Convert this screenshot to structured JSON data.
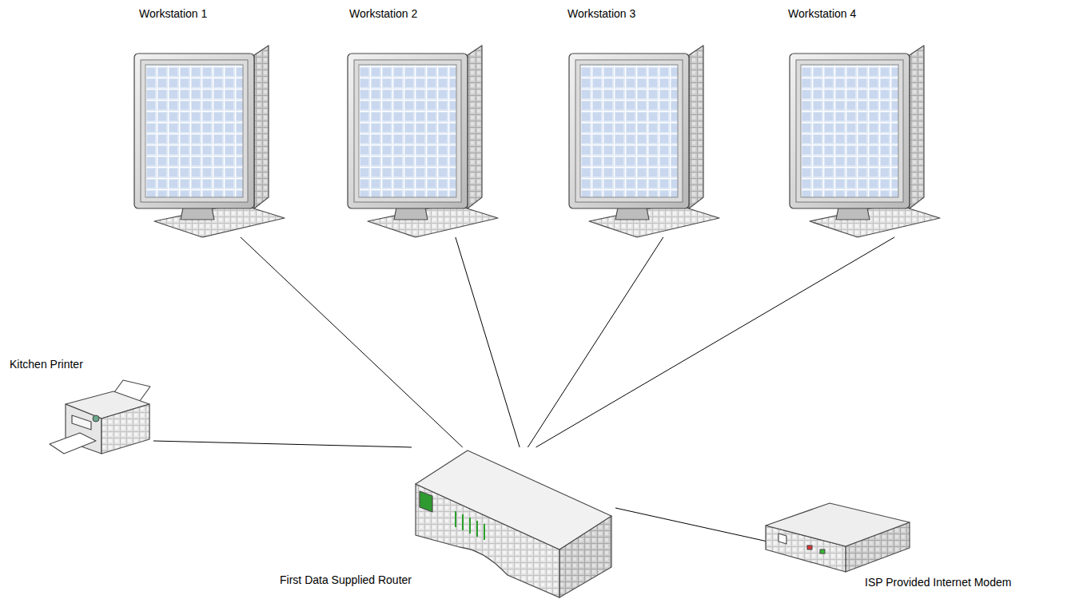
{
  "diagram": {
    "nodes": [
      {
        "text": [
          "Workstation 1"
        ]
      },
      {
        "text": [
          "Workstation 2"
        ]
      },
      {
        "text": [
          "Workstation 3"
        ]
      },
      {
        "text": [
          "Workstation 4"
        ]
      },
      {
        "text": [
          "Kitchen Printer"
        ]
      },
      {
        "text": [
          "First Data Supplied Router"
        ]
      },
      {
        "text": [
          "ISP Provided Internet Modem"
        ]
      }
    ],
    "edges": [
      {
        "from": 0,
        "to": 5,
        "arrow": "none"
      },
      {
        "from": 1,
        "to": 5,
        "arrow": "none"
      },
      {
        "from": 2,
        "to": 5,
        "arrow": "none"
      },
      {
        "from": 3,
        "to": 5,
        "arrow": "none"
      },
      {
        "from": 4,
        "to": 5,
        "arrow": "none"
      },
      {
        "from": 5,
        "to": 6,
        "arrow": "none"
      }
    ]
  }
}
